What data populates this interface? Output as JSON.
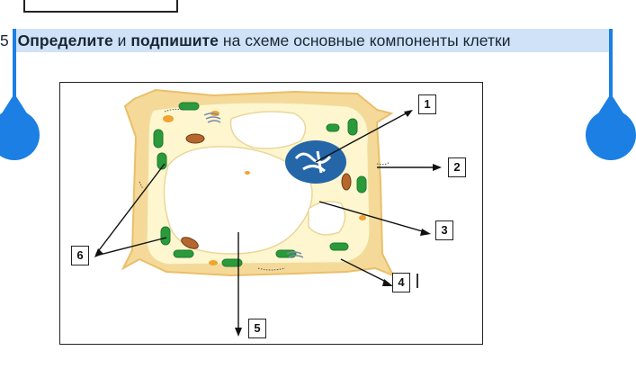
{
  "task": {
    "number_prefix": "5 .",
    "word_define": "Определите",
    "word_and": " и ",
    "word_label": "подпишите",
    "rest": " на схеме основные компоненты клетки"
  },
  "labels": [
    "1",
    "2",
    "3",
    "4",
    "5",
    "6"
  ],
  "colors": {
    "selection": "#cfe2f7",
    "handle": "#1b7fe3",
    "cell_wall": "#f5d999",
    "cytoplasm": "#fdf6cf",
    "chloroplast": "#2a9a3b",
    "nucleus": "#2566a8"
  }
}
